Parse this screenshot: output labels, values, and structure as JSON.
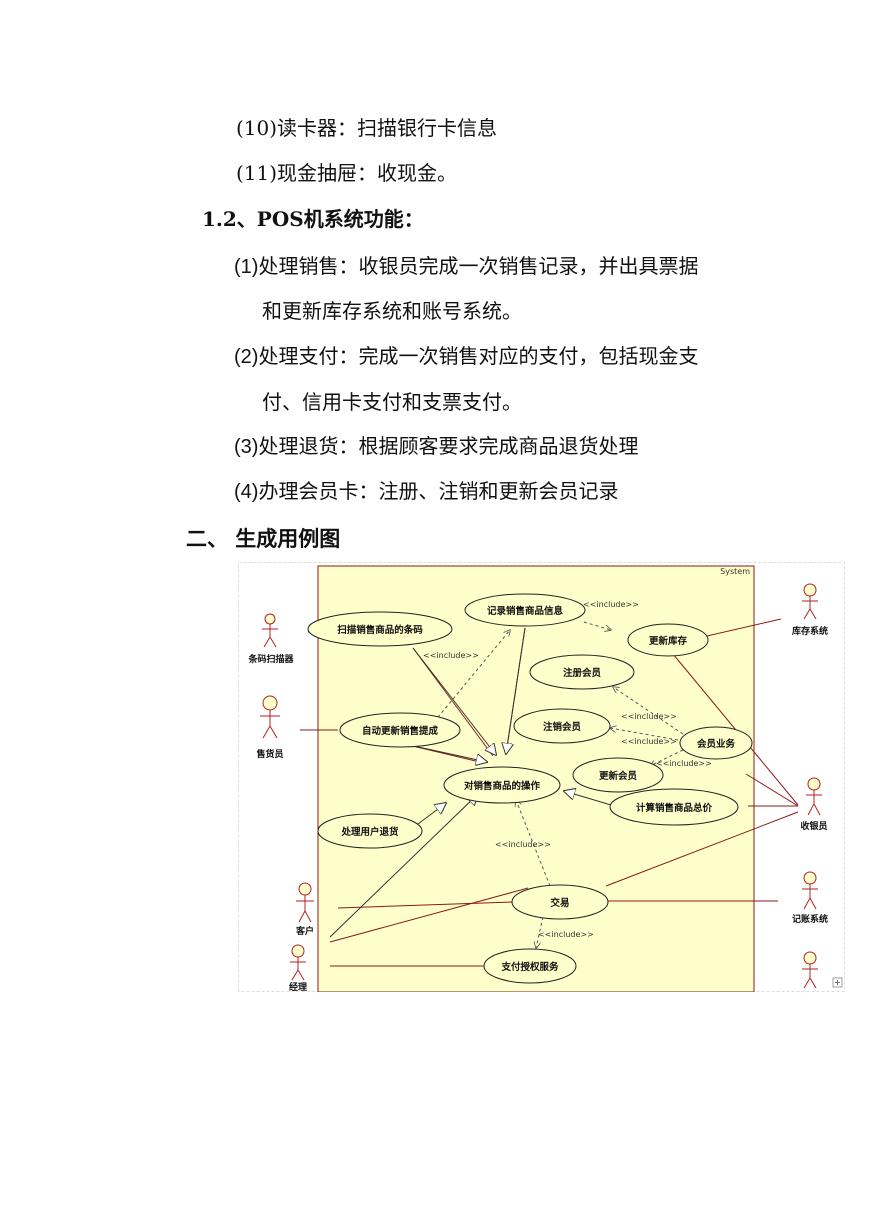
{
  "text": {
    "line10": "(10)读卡器：扫描银行卡信息",
    "line11": "(11)现金抽屉：收现金。",
    "section_1_2": "1.2、POS机系统功能：",
    "func1_num": "(1)",
    "func1_a": "处理销售：收银员完成一次销售记录，并出具票据",
    "func1_b": "和更新库存系统和账号系统。",
    "func2_num": "(2)",
    "func2_a": "处理支付：完成一次销售对应的支付，包括现金支",
    "func2_b": "付、信用卡支付和支票支付。",
    "func3_num": "(3)",
    "func3_a": "处理退货：根据顾客要求完成商品退货处理",
    "func4_num": "(4)",
    "func4_a": "办理会员卡：注册、注销和更新会员记录",
    "section_2": "二、 生成用例图"
  },
  "diagram": {
    "system_label": "System",
    "actors": {
      "barcode": "条码扫描器",
      "seller": "售货员",
      "customer": "客户",
      "manager": "经理",
      "inventory": "库存系统",
      "cashier": "收银员",
      "accounting": "记账系统"
    },
    "usecases": {
      "record": "记录销售商品信息",
      "scan": "扫描销售商品的条码",
      "update_inv": "更新库存",
      "register": "注册会员",
      "auto": "自动更新销售提成",
      "cancel": "注销会员",
      "member": "会员业务",
      "update_member": "更新会员",
      "ops": "对销售商品的操作",
      "total": "计算销售商品总价",
      "refund": "处理用户退货",
      "trade": "交易",
      "pay": "支付授权服务"
    },
    "include": "<<include>>",
    "colors": {
      "system_fill": "#ffffcc",
      "line": "#8b1a1a",
      "stroke": "#000000",
      "actor": "#b22222"
    }
  }
}
